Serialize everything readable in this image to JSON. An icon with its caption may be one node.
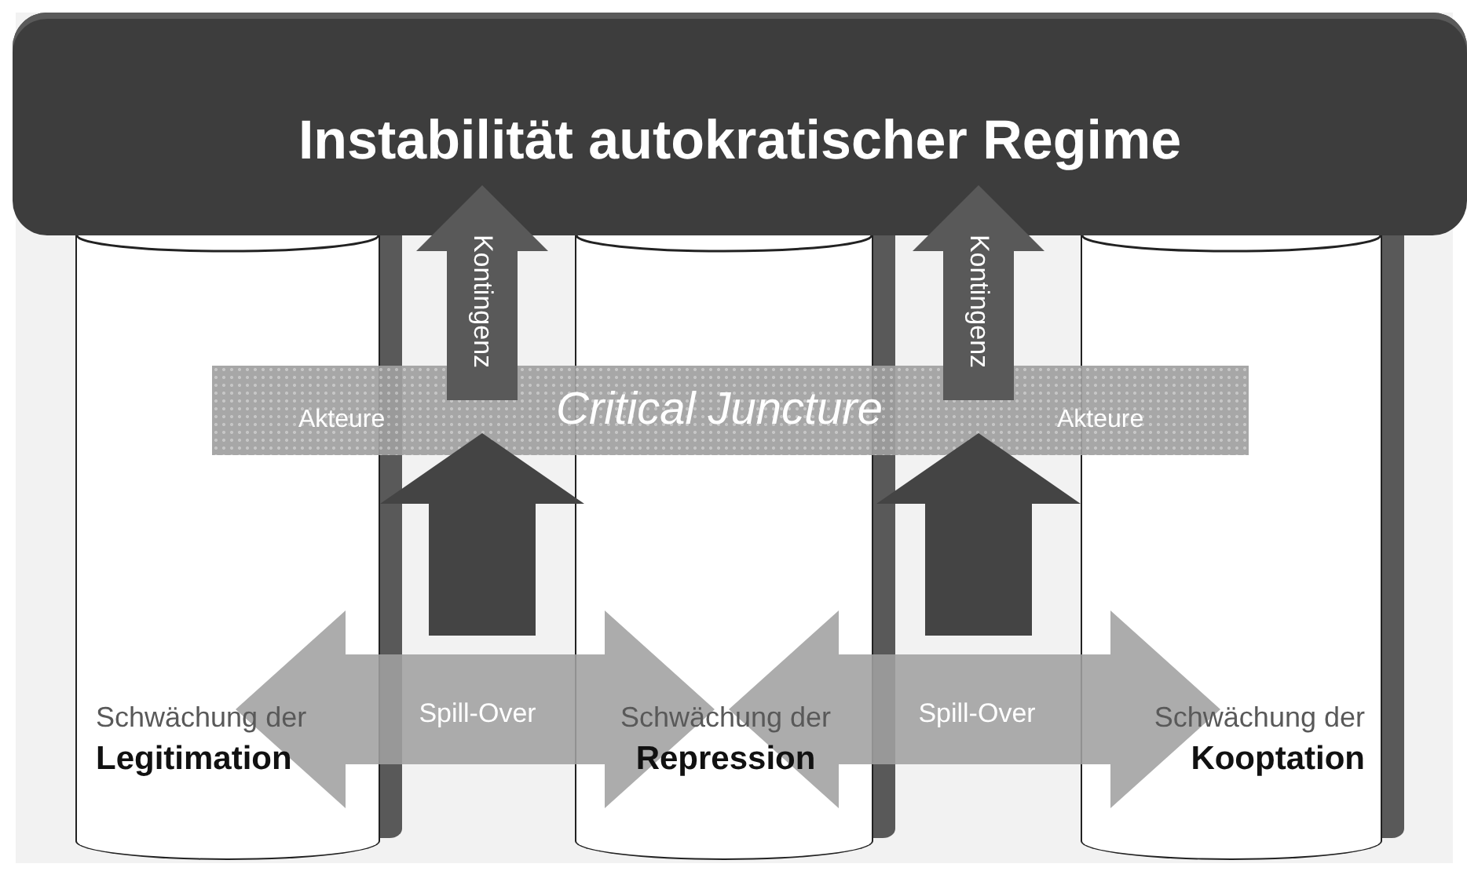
{
  "diagram": {
    "nodes": [
      {
        "text": [
          "Instabilität autokratischer Regime"
        ]
      },
      {
        "text": [
          "Schwächung der",
          "Legitimation"
        ]
      },
      {
        "text": [
          "Schwächung der",
          "Repression"
        ]
      },
      {
        "text": [
          "Schwächung der",
          "Kooptation"
        ]
      },
      {
        "text": [
          "Akteure",
          "Critical Juncture",
          "Akteure"
        ]
      }
    ],
    "edges": [
      {
        "from": 1,
        "to": 2,
        "arrow": "both",
        "label": "Spill-Over"
      },
      {
        "from": 2,
        "to": 3,
        "arrow": "both",
        "label": "Spill-Over"
      },
      {
        "from": null,
        "to": 4,
        "arrow": "to",
        "color": "#444444"
      },
      {
        "from": null,
        "to": 4,
        "arrow": "to",
        "color": "#444444"
      },
      {
        "from": 4,
        "to": 0,
        "arrow": "to",
        "label": "Kontingenz",
        "color": "#595959"
      },
      {
        "from": 4,
        "to": 0,
        "arrow": "to",
        "label": "Kontingenz",
        "color": "#595959"
      }
    ]
  }
}
